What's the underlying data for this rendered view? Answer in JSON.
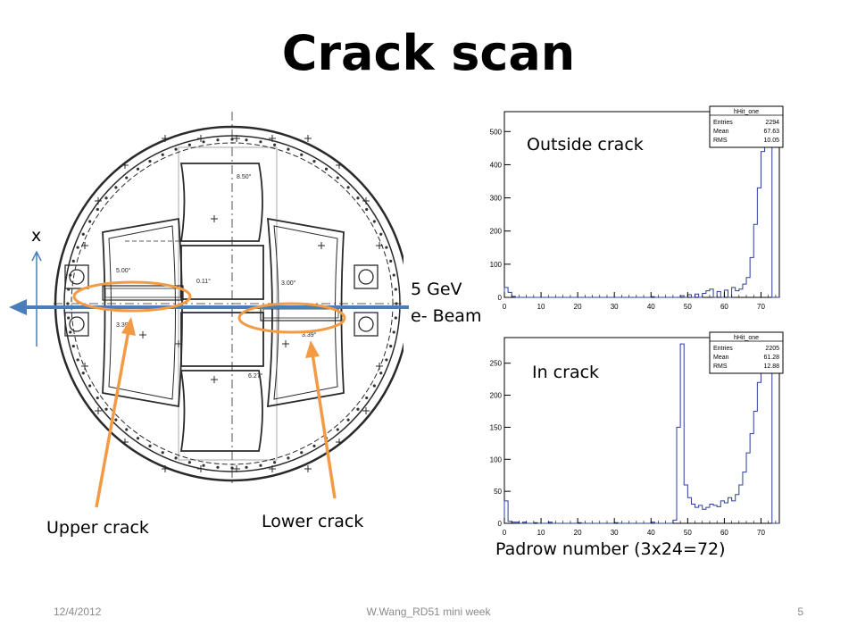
{
  "slide": {
    "title": "Crack scan",
    "beam_label_line1": "5 GeV",
    "beam_label_line2": "e- Beam",
    "x_axis_label": "x",
    "upper_crack_label": "Upper crack",
    "lower_crack_label": "Lower crack",
    "padrow_label": "Padrow number (3x24=72)",
    "accent_orange": "#f39a45",
    "beam_color": "#4a7ebb"
  },
  "drawing": {
    "angle_labels": [
      "8.50°",
      "5.00°",
      "0.11°",
      "3.00°",
      "3.39°",
      "3.39°",
      "6.27°"
    ]
  },
  "histograms": [
    {
      "overlay_label": "Outside crack",
      "stats": {
        "name": "hHit_one",
        "entries_label": "Entries",
        "entries": "2294",
        "mean_label": "Mean",
        "mean": "67.63",
        "rms_label": "RMS",
        "rms": "10.05"
      },
      "chart_data": {
        "type": "bar",
        "x_ticks": [
          "0",
          "10",
          "20",
          "30",
          "40",
          "50",
          "60",
          "70"
        ],
        "y_ticks": [
          "0",
          "100",
          "200",
          "300",
          "400",
          "500"
        ],
        "xlim": [
          0,
          75
        ],
        "ylim": [
          0,
          560
        ],
        "x": [
          0,
          1,
          2,
          40,
          48,
          50,
          52,
          54,
          55,
          56,
          58,
          60,
          62,
          63,
          64,
          65,
          66,
          67,
          68,
          69,
          70,
          71,
          72
        ],
        "values": [
          30,
          15,
          3,
          2,
          5,
          8,
          10,
          12,
          20,
          25,
          18,
          22,
          30,
          20,
          25,
          40,
          60,
          120,
          220,
          330,
          440,
          520,
          560
        ]
      }
    },
    {
      "overlay_label": "In crack",
      "stats": {
        "name": "hHit_one",
        "entries_label": "Entries",
        "entries": "2205",
        "mean_label": "Mean",
        "mean": "61.28",
        "rms_label": "RMS",
        "rms": "12.88"
      },
      "chart_data": {
        "type": "bar",
        "x_ticks": [
          "0",
          "10",
          "20",
          "30",
          "40",
          "50",
          "60",
          "70"
        ],
        "y_ticks": [
          "0",
          "50",
          "100",
          "150",
          "200",
          "250"
        ],
        "xlim": [
          0,
          75
        ],
        "ylim": [
          0,
          290
        ],
        "x": [
          0,
          1,
          2,
          3,
          5,
          8,
          12,
          20,
          30,
          40,
          46,
          47,
          48,
          49,
          50,
          51,
          52,
          53,
          54,
          55,
          56,
          57,
          58,
          59,
          60,
          61,
          62,
          63,
          64,
          65,
          66,
          67,
          68,
          69,
          70,
          71,
          72
        ],
        "values": [
          35,
          3,
          2,
          2,
          2,
          1,
          2,
          1,
          1,
          2,
          5,
          150,
          280,
          60,
          40,
          30,
          25,
          28,
          22,
          25,
          30,
          28,
          26,
          35,
          32,
          40,
          35,
          45,
          60,
          80,
          110,
          140,
          175,
          220,
          265,
          280,
          290
        ]
      }
    }
  ],
  "footer": {
    "date": "12/4/2012",
    "center": "W.Wang_RD51 mini week",
    "page": "5"
  }
}
